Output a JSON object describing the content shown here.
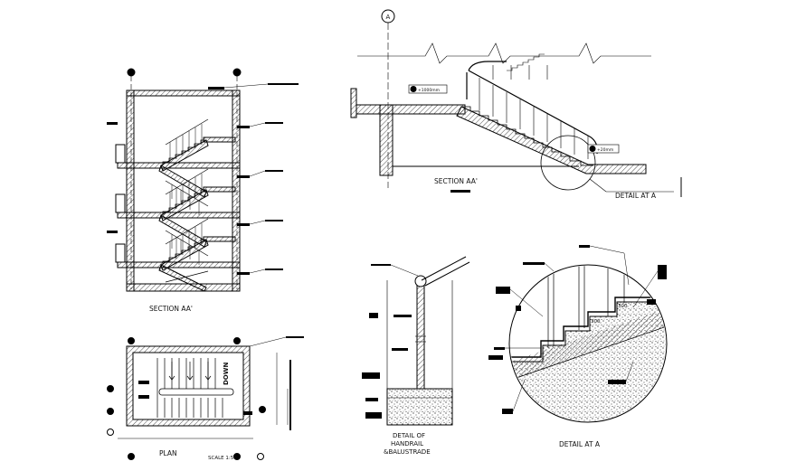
{
  "drawing": {
    "line_color": "#000000",
    "hatch_color": "#222222",
    "background": "#ffffff"
  },
  "views": {
    "section_left": {
      "title": "SECTION AA'"
    },
    "plan": {
      "title": "PLAN",
      "scale": "SCALE 1:50",
      "dn_label": "DOWN"
    },
    "section_top": {
      "title": "SECTION AA'",
      "grid_bubble": "A",
      "level_tag_1": "+1000mm",
      "level_tag_2": "+20mm",
      "callout": "DETAIL AT A"
    },
    "handrail_detail": {
      "title_line1": "DETAIL OF",
      "title_line2": "HANDRAIL",
      "title_line3": "&BALUSTRADE"
    },
    "detail_a": {
      "title": "DETAIL AT A",
      "dim_1": "300",
      "dim_2": "300"
    }
  }
}
